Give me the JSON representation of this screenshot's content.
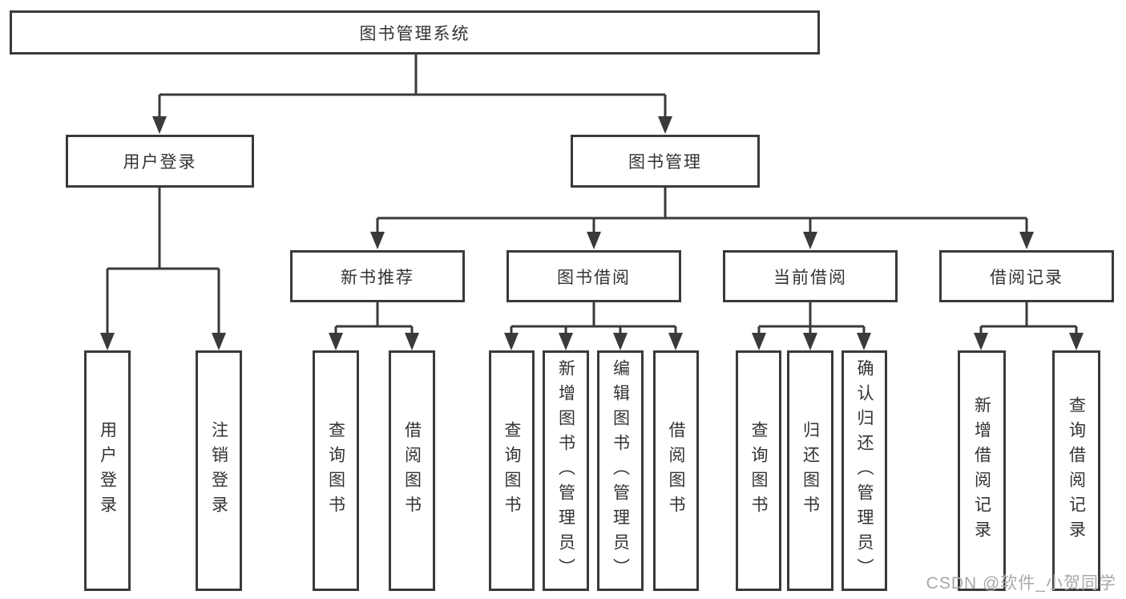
{
  "colors": {
    "line": "#3a3a3a",
    "text": "#333333",
    "background": "#ffffff",
    "watermark": "#a8a8a8"
  },
  "nodes": {
    "root": "图书管理系统",
    "user_login": "用户登录",
    "book_mgmt": "图书管理",
    "new_books": "新书推荐",
    "book_borrow": "图书借阅",
    "current_borrow": "当前借阅",
    "borrow_records": "借阅记录"
  },
  "leaves": {
    "user_login": [
      "用户登录",
      "注销登录"
    ],
    "new_books": [
      "查询图书",
      "借阅图书"
    ],
    "book_borrow": [
      "查询图书",
      "新增图书（管理员）",
      "编辑图书（管理员）",
      "借阅图书"
    ],
    "current_borrow": [
      "查询图书",
      "归还图书",
      "确认归还（管理员）"
    ],
    "borrow_records": [
      "新增借阅记录",
      "查询借阅记录"
    ]
  },
  "watermark": "CSDN @软件_小贺同学"
}
